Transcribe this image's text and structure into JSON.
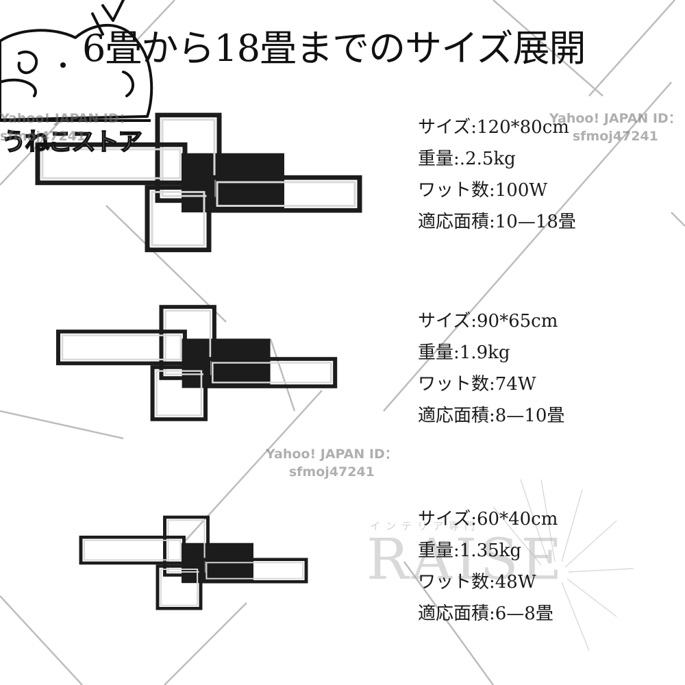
{
  "title": "6畳から18畳までのサイズ展開",
  "shop_name": "うねこストア",
  "watermark": {
    "line1": "Yahoo! JAPAN ID：",
    "line2": "sfmoj47241"
  },
  "brand": {
    "name": "RAISE",
    "tagline": "インテリア専門"
  },
  "products": [
    {
      "size": "サイズ:120*80cm",
      "weight": "重量:.2.5kg",
      "wattage": "ワット数:100W",
      "area": "適応面積:10—18畳"
    },
    {
      "size": "サイズ:90*65cm",
      "weight": "重量:1.9kg",
      "wattage": "ワット数:74W",
      "area": "適応面積:8—10畳"
    },
    {
      "size": "サイズ:60*40cm",
      "weight": "重量:1.35kg",
      "wattage": "ワット数:48W",
      "area": "適応面積:6—8畳"
    }
  ],
  "colors": {
    "frame": "#1c1c1c",
    "frame_inner": "#d8d8d8",
    "watermark": "#7a7a7a",
    "background": "#ffffff"
  }
}
